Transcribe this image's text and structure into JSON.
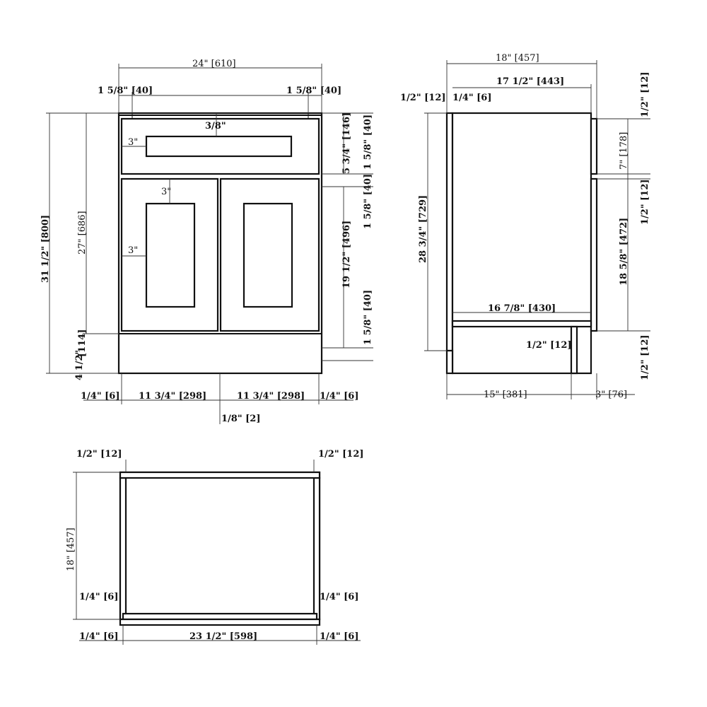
{
  "views": {
    "front": {
      "width": "24\" [610]",
      "stile_left": "1 5/8\" [40]",
      "stile_right": "1 5/8\" [40]",
      "drawer_rail": "3/8\"",
      "drawer_frame_w": "3\"",
      "door_frame_top": "3\"",
      "door_frame_side": "3\"",
      "total_height": "31 1/2\" [800]",
      "box_height": "27\" [686]",
      "toe_height": "[114]",
      "toe_fraction": "4 1/2\"",
      "drawer_height": "5 3/4\" [146]",
      "drawer_gap": "1 5/8\" [40]",
      "door_top_rail": "1 5/8\" [40]",
      "door_height": "19 1/2\" [496]",
      "door_bottom_rail": "1 5/8\" [40]",
      "reveal_left": "1/4\" [6]",
      "door_w_left": "11 3/4\" [298]",
      "door_w_right": "11 3/4\" [298]",
      "reveal_right": "1/4\" [6]",
      "door_gap": "1/8\" [2]"
    },
    "side": {
      "depth": "18\" [457]",
      "inner_depth": "17 1/2\" [443]",
      "back_panel": "1/2\" [12]",
      "back_gap": "1/4\" [6]",
      "top_reveal": "1/2\" [12]",
      "drawer_h": "7\" [178]",
      "mid_reveal": "1/2\" [12]",
      "door_h": "18 5/8\" [472]",
      "bottom_reveal": "1/2\" [12]",
      "case_height": "28 3/4\" [729]",
      "shelf_depth": "16 7/8\" [430]",
      "toe_setback_small": "1/2\" [12]",
      "base_depth": "15\" [381]",
      "toe_kick": "3\" [76]"
    },
    "top": {
      "left_side": "1/2\" [12]",
      "right_side": "1/2\" [12]",
      "depth": "18\" [457]",
      "back_left": "1/4\" [6]",
      "back_right": "1/4\" [6]",
      "bottom_left": "1/4\" [6]",
      "inner_width": "23 1/2\" [598]",
      "bottom_right": "1/4\" [6]"
    }
  }
}
